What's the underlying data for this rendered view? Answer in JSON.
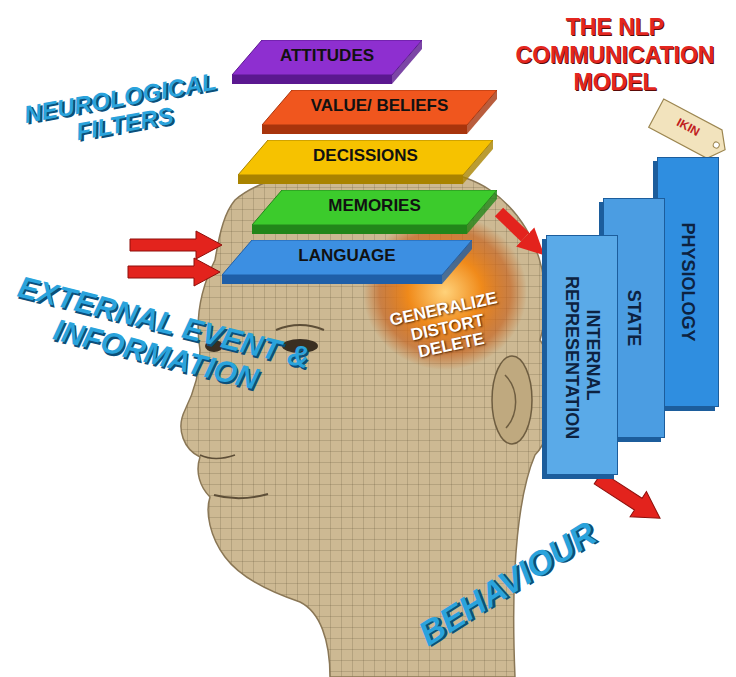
{
  "diagram": {
    "title": "THE NLP COMMUNICATION MODEL",
    "nodes": [
      {
        "text": [
          "ATTITUDES"
        ]
      },
      {
        "text": [
          "VALUE/ BELIEFS"
        ]
      },
      {
        "text": [
          "DECISSIONS"
        ]
      },
      {
        "text": [
          "MEMORIES"
        ]
      },
      {
        "text": [
          "LANGUAGE"
        ]
      },
      {
        "text": [
          "INTERNAL REPRESENTATION"
        ]
      },
      {
        "text": [
          "STATE"
        ]
      },
      {
        "text": [
          "PHYSIOLOGY"
        ]
      }
    ],
    "edges": [
      {
        "from": 3,
        "to": 5,
        "arrow": "to"
      }
    ],
    "labels": [
      "NEUROLOGICAL FILTERS",
      "EXTERNAL EVENT & INFORMATION",
      "GENERALIZE DISTORT DELETE",
      "BEHAVIOUR",
      "IKIN"
    ]
  }
}
